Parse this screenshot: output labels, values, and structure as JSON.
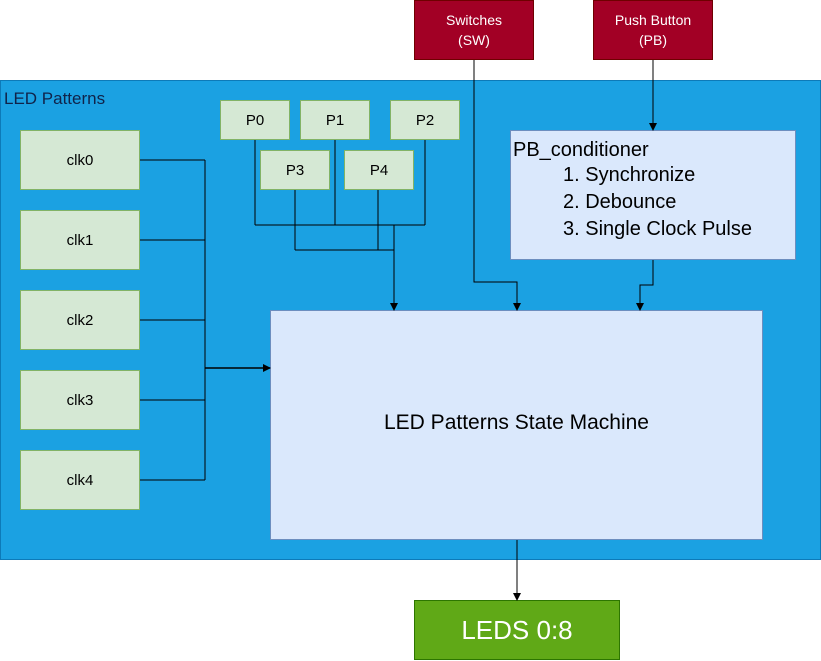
{
  "inputs": {
    "switches": [
      "Switches",
      "(SW)"
    ],
    "push_button": [
      "Push Button",
      "(PB)"
    ]
  },
  "container": {
    "title": "LED Patterns"
  },
  "clocks": [
    "clk0",
    "clk1",
    "clk2",
    "clk3",
    "clk4"
  ],
  "patterns": [
    "P0",
    "P1",
    "P2",
    "P3",
    "P4"
  ],
  "pb_conditioner": {
    "title": "PB_conditioner",
    "steps": [
      "1. Synchronize",
      "2. Debounce",
      "3. Single Clock Pulse"
    ]
  },
  "state_machine": {
    "label": "LED Patterns State Machine"
  },
  "output": {
    "label": "LEDS 0:8"
  },
  "colors": {
    "container": "#1ba1e2",
    "input_red": "#a20025",
    "green_block": "#d5e8d4",
    "blue_block": "#dae8fc",
    "output_green": "#60a917"
  }
}
